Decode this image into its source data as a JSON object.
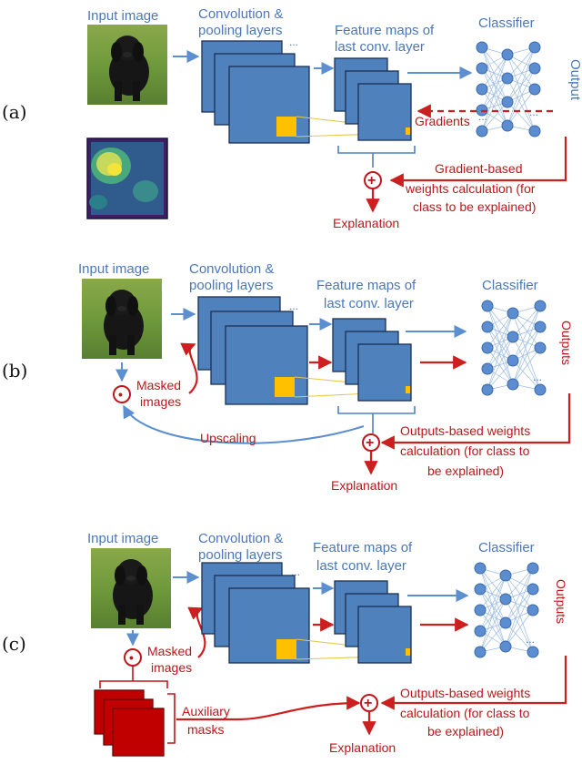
{
  "panels": [
    {
      "label": "(a)",
      "input_label": "Input image",
      "conv_label": [
        "Convolution &",
        "pooling layers"
      ],
      "feature_label": [
        "Feature maps of",
        "last conv. layer"
      ],
      "classifier_label": "Classifier",
      "output_label": "Output",
      "gradients_label": "Gradients",
      "weights_label": [
        "Gradient-based",
        "weights calculation (for",
        "class to be explained)"
      ],
      "explanation_label": "Explanation"
    },
    {
      "label": "(b)",
      "input_label": "Input image",
      "conv_label": [
        "Convolution &",
        "pooling layers"
      ],
      "feature_label": [
        "Feature maps of",
        "last conv. layer"
      ],
      "classifier_label": "Classifier",
      "output_label": "Outputs",
      "masked_label": [
        "Masked",
        "images"
      ],
      "upscaling_label": "Upscaling",
      "weights_label": [
        "Outputs-based weights",
        "calculation (for class to",
        "be explained)"
      ],
      "explanation_label": "Explanation"
    },
    {
      "label": "(c)",
      "input_label": "Input image",
      "conv_label": [
        "Convolution &",
        "pooling layers"
      ],
      "feature_label": [
        "Feature maps of",
        "last conv. layer"
      ],
      "classifier_label": "Classifier",
      "output_label": "Outputs",
      "masked_label": [
        "Masked",
        "images"
      ],
      "auxiliary_label": [
        "Auxiliary",
        "masks"
      ],
      "weights_label": [
        "Outputs-based weights",
        "calculation (for class to",
        "be explained)"
      ],
      "explanation_label": "Explanation"
    }
  ],
  "symbols": {
    "ellipsis": "...",
    "sum": "+",
    "multiply": "•"
  },
  "colors": {
    "blue_text": "#4a78b8",
    "red_text": "#c0151b",
    "feature_map": "#4f81bd",
    "auxiliary_mask": "#c00000",
    "highlight": "#ffc000"
  },
  "icons": [
    "dog-photo",
    "heatmap",
    "neural-network",
    "sum-operator",
    "multiply-operator"
  ]
}
